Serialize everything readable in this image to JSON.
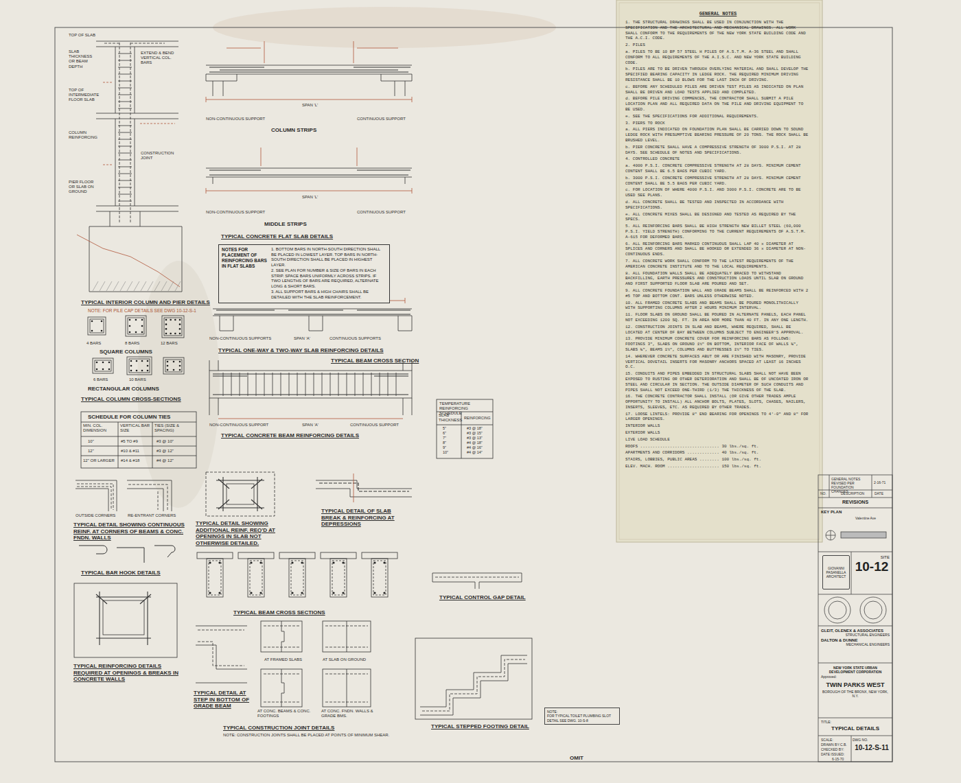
{
  "diagram": {
    "nodes": [
      {
        "text": [
          "GENERAL NOTES",
          "1. THE STRUCTURAL DRAWINGS SHALL BE USED IN CONJUNCTION WITH THE SPECIFICATION AND THE ARCHITECTURAL AND MECHANICAL DRAWINGS. ALL WORK SHALL CONFORM TO THE REQUIREMENTS OF THE NEW YORK STATE BUILDING CODE AND THE A.C.I. CODE.",
          "2. PILES",
          "a. PILES TO BE 10 BP 57 STEEL H PILES OF A.S.T.M. A-36 STEEL AND SHALL CONFORM TO ALL REQUIREMENTS OF THE A.I.S.C. AND NEW YORK STATE BUILDING CODE.",
          "b. PILES ARE TO BE DRIVEN THROUGH OVERLYING MATERIAL AND SHALL DEVELOP THE SPECIFIED BEARING CAPACITY IN LEDGE ROCK. THE REQUIRED MINIMUM DRIVING RESISTANCE SHALL BE 10 BLOWS FOR THE LAST INCH OF DRIVING.",
          "c. BEFORE ANY SCHEDULED PILES ARE DRIVEN TEST PILES AS INDICATED ON PLAN SHALL BE DRIVEN AND LOAD TESTS APPLIED AND COMPLETED.",
          "d. BEFORE PILE DRIVING COMMENCES, THE CONTRACTOR SHALL SUBMIT A PILE LOCATION PLAN AND ALL REQUIRED DATA ON THE PILE AND DRIVING EQUIPMENT TO BE USED.",
          "e. SEE THE SPECIFICATIONS FOR ADDITIONAL REQUIREMENTS.",
          "3. PIERS TO ROCK",
          "a. ALL PIERS INDICATED ON FOUNDATION PLAN SHALL BE CARRIED DOWN TO SOUND LEDGE ROCK WITH PRESUMPTIVE BEARING PRESSURE OF 20 TONS. THE ROCK SHALL BE BRUSHED LEVEL.",
          "b. PIER CONCRETE SHALL HAVE A COMPRESSIVE STRENGTH OF 3000 P.S.I. AT 28 DAYS. SEE SCHEDULE OF NOTES AND SPECIFICATIONS.",
          "4. CONTROLLED CONCRETE",
          "a. 4000 P.S.I. CONCRETE COMPRESSIVE STRENGTH AT 28 DAYS. MINIMUM CEMENT CONTENT SHALL BE 6.5 BAGS PER CUBIC YARD.",
          "b. 3000 P.S.I. CONCRETE COMPRESSIVE STRENGTH AT 28 DAYS. MINIMUM CEMENT CONTENT SHALL BE 5.5 BAGS PER CUBIC YARD.",
          "c. FOR LOCATION OF WHERE 4000 P.S.I. AND 3000 P.S.I. CONCRETE ARE TO BE USED SEE PLANS.",
          "d. ALL CONCRETE SHALL BE TESTED AND INSPECTED IN ACCORDANCE WITH SPECIFICATIONS.",
          "e. ALL CONCRETE MIXES SHALL BE DESIGNED AND TESTED AS REQUIRED BY THE SPECS.",
          "5. ALL REINFORCING BARS SHALL BE HIGH STRENGTH NEW BILLET STEEL (60,000 P.S.I. YIELD STRENGTH) CONFORMING TO THE CURRENT REQUIREMENTS OF A.S.T.M. A-615 FOR DEFORMED BARS.",
          "6. ALL REINFORCING BARS MARKED CONTINUOUS SHALL LAP 40 x DIAMETER AT SPLICES AND CORNERS AND SHALL BE HOOKED OR EXTENDED 36 x DIAMETER AT NON-CONTINUOUS ENDS.",
          "7. ALL CONCRETE WORK SHALL CONFORM TO THE LATEST REQUIREMENTS OF THE AMERICAN CONCRETE INSTITUTE AND TO THE LOCAL REQUIREMENTS.",
          "8. ALL FOUNDATION WALLS SHALL BE ADEQUATELY BRACED TO WITHSTAND BACKFILLING, EARTH PRESSURES AND CONSTRUCTION LOADS UNTIL SLAB ON GROUND AND FIRST SUPPORTED FLOOR SLAB ARE POURED AND SET.",
          "9. ALL CONCRETE FOUNDATION WALL AND GRADE BEAMS SHALL BE REINFORCED WITH 2 #5 TOP AND BOTTOM CONT. BARS UNLESS OTHERWISE NOTED.",
          "10. ALL FRAMED CONCRETE SLABS AND BEAMS SHALL BE POURED MONOLITHICALLY WITH SUPPORTING COLUMNS AFTER 2 HOURS MINIMUM INTERVAL.",
          "11. FLOOR SLABS ON GROUND SHALL BE POURED IN ALTERNATE PANELS, EACH PANEL NOT EXCEEDING 1200 SQ. FT. IN AREA NOR MORE THAN 40 FT. IN ANY ONE LENGTH.",
          "12. CONSTRUCTION JOINTS IN SLAB AND BEAMS, WHERE REQUIRED, SHALL BE LOCATED AT CENTER OF BAY BETWEEN COLUMNS SUBJECT TO ENGINEER'S APPROVAL.",
          "13. PROVIDE MINIMUM CONCRETE COVER FOR REINFORCING BARS AS FOLLOWS: FOOTINGS 3\", SLABS ON GROUND 1½\" ON BOTTOM, INTERIOR FACE OF WALLS ¾\", SLABS ¾\", BEAMS 1½\", COLUMNS AND BUTTRESSES 1½\" TO TIES.",
          "14. WHEREVER CONCRETE SURFACES ABUT OR ARE FINISHED WITH MASONRY, PROVIDE VERTICAL DOVETAIL INSERTS FOR MASONRY ANCHORS SPACED AT LEAST 16 INCHES O.C.",
          "15. CONDUITS AND PIPES EMBEDDED IN STRUCTURAL SLABS SHALL NOT HAVE BEEN EXPOSED TO RUSTING OR OTHER DETERIORATION AND SHALL BE OF UNCOATED IRON OR STEEL AND CIRCULAR IN SECTION. THE OUTSIDE DIAMETER OF SUCH CONDUITS AND PIPES SHALL NOT EXCEED ONE-THIRD (1/3) THE THICKNESS OF THE SLAB.",
          "16. THE CONCRETE CONTRACTOR SHALL INSTALL (OR GIVE OTHER TRADES AMPLE OPPORTUNITY TO INSTALL) ALL ANCHOR BOLTS, PLATES, SLOTS, CHASES, NAILERS, INSERTS, SLEEVES, ETC. AS REQUIRED BY OTHER TRADES.",
          "17. LOOSE LINTELS: PROVIDE 8\" END BEARING FOR OPENINGS TO 4'-0\" AND 8\" FOR LARGER OPENINGS.",
          "INTERIOR WALLS",
          "EXTERIOR WALLS",
          "LIVE LOAD SCHEDULE",
          "ROOFS ................................ 30 lbs./sq. ft.",
          "APARTMENTS AND CORRIDORS ............. 40 lbs./sq. ft.",
          "STAIRS, LOBBIES, PUBLIC AREAS ........ 100 lbs./sq. ft.",
          "ELEV. MACH. ROOM ..................... 150 lbs./sq. ft."
        ]
      },
      {
        "text": [
          "REVISIONS"
        ]
      },
      {
        "text": [
          "KEY PLAN"
        ]
      },
      {
        "text": [
          "GIOVANNI PASANELLA ARCHITECT"
        ]
      },
      {
        "text": [
          "SITE",
          "10-12"
        ]
      },
      {
        "text": [
          "GLEIT, OLENEX & ASSOCIATES",
          "STRUCTURAL ENGINEERS",
          "DALTON & DUNNE",
          "MECHANICAL ENGINEERS"
        ]
      },
      {
        "text": [
          "NEW YORK STATE URBAN DEVELOPMENT CORPORATION",
          "Approved:",
          "TWIN PARKS WEST",
          "BOROUGH OF THE BRONX, NEW YORK, N.Y."
        ]
      },
      {
        "text": [
          "TITLE:",
          "TYPICAL DETAILS"
        ]
      },
      {
        "text": [
          "DWG NO.",
          "10-12-S-11"
        ]
      },
      {
        "text": [
          "NOTES FOR PLACEMENT OF REINFORCING BARS IN FLAT SLABS",
          "1. BOTTOM BARS IN NORTH-SOUTH DIRECTION SHALL BE PLACED IN LOWEST LAYER. TOP BARS IN NORTH-SOUTH DIRECTION SHALL BE PLACED IN HIGHEST LAYER.",
          "2. SEE PLAN FOR NUMBER & SIZE OF BARS IN EACH STRIP. SPACE BARS UNIFORMLY ACROSS STRIPS. IF TWO LENGTHS OF BARS ARE REQUIRED, ALTERNATE LONG & SHORT BARS.",
          "3. ALL SUPPORT BARS & HIGH CHAIRS SHALL BE DETAILED WITH THE SLAB REINFORCEMENT."
        ]
      },
      {
        "text": [
          "NOTE:",
          "FOR TYPICAL TOILET PLUMBING SLOT DETAIL SEE DWG. 10-S-8"
        ]
      }
    ],
    "labels": [
      "TYPICAL INTERIOR COLUMN AND PIER DETAILS",
      "NOTE: FOR PILE CAP DETAILS SEE DWG 10-12-S-1",
      "TOP OF SLAB",
      "SLAB THICKNESS OR BEAM DEPTH",
      "TOP OF INTERMEDIATE FLOOR SLAB",
      "COLUMN REINFORCING",
      "CONSTRUCTION JOINT",
      "PIER FLOOR OR SLAB ON GROUND",
      "EXTEND & BEND VERTICAL COL. BARS",
      "COLUMN STRIPS",
      "NON-CONTINUOUS SUPPORT",
      "CONTINUOUS SUPPORT",
      "SPAN 'L'",
      "MIDDLE STRIPS",
      "NON-CONTINUOUS SUPPORT",
      "CONTINUOUS SUPPORT",
      "SPAN 'L'",
      "TYPICAL CONCRETE FLAT SLAB DETAILS",
      "TYPICAL ONE-WAY & TWO-WAY SLAB REINFORCING DETAILS",
      "TYPICAL BEAM CROSS SECTION",
      "NON-CONTINUOUS SUPPORTS",
      "CONTINUOUS SUPPORTS",
      "SPAN 'A'",
      "TYPICAL CONCRETE BEAM REINFORCING DETAILS",
      "NON-CONTINUOUS SUPPORT",
      "CONTINUOUS SUPPORT",
      "SPAN 'A'",
      "4 BARS",
      "8 BARS",
      "12 BARS",
      "SQUARE COLUMNS",
      "6 BARS",
      "10 BARS",
      "RECTANGULAR COLUMNS",
      "TYPICAL COLUMN CROSS-SECTIONS",
      "SCHEDULE FOR COLUMN TIES",
      "MIN. COL. DIMENSION",
      "VERTICAL BAR SIZE",
      "TIES (SIZE & SPACING)",
      "10\"",
      "#5 TO #9",
      "#3 @ 10\"",
      "12\"",
      "#10 & #11",
      "#3 @ 12\"",
      "12\" OR LARGER",
      "#14 & #18",
      "#4 @ 12\"",
      "TEMPERATURE REINFORCING SCHEDULE",
      "SLAB THICKNESS",
      "REINFORCING",
      "5\"",
      "#3 @ 18\"",
      "6\"",
      "#3 @ 15\"",
      "7\"",
      "#3 @ 13\"",
      "8\"",
      "#4 @ 18\"",
      "9\"",
      "#4 @ 16\"",
      "10\"",
      "#4 @ 14\"",
      "TYPICAL DETAIL SHOWING ADDITIONAL REINF. REQ'D AT OPENINGS IN SLAB NOT OTHERWISE DETAILED.",
      "TYPICAL DETAIL OF SLAB BREAK & REINFORCING AT DEPRESSIONS",
      "TYPICAL DETAIL SHOWING CONTINUOUS REINF. AT CORNERS OF BEAMS & CONC. FNDN. WALLS",
      "OUTSIDE CORNERS",
      "RE-ENTRANT CORNERS",
      "TYPICAL BAR HOOK DETAILS",
      "TYPICAL BEAM CROSS SECTIONS",
      "TYPICAL CONTROL GAP DETAIL",
      "TYPICAL REINFORCING DETAILS REQUIRED AT OPENINGS & BREAKS IN CONCRETE WALLS",
      "TYPICAL DETAIL AT STEP IN BOTTOM OF GRADE BEAM",
      "AT FRAMED SLABS",
      "AT SLAB ON GROUND",
      "AT CONC. BEAMS & CONC. FOOTINGS",
      "AT CONC. FNDN. WALLS & GRADE BMS.",
      "TYPICAL CONSTRUCTION JOINT DETAILS",
      "NOTE: CONSTRUCTION JOINTS SHALL BE PLACED AT POINTS OF MINIMUM SHEAR.",
      "TYPICAL STEPPED FOOTING DETAIL",
      "OMIT",
      "NO.",
      "DESCRIPTION",
      "DATE",
      "GENERAL NOTES REVISED PER FOUNDATION CHANGES",
      "2-16-71",
      "Valentine Ave",
      "SCALE:",
      "DRAWN BY:",
      "C.B.",
      "CHECKED BY:",
      "DATE ISSUED:",
      "6-15-70"
    ]
  }
}
